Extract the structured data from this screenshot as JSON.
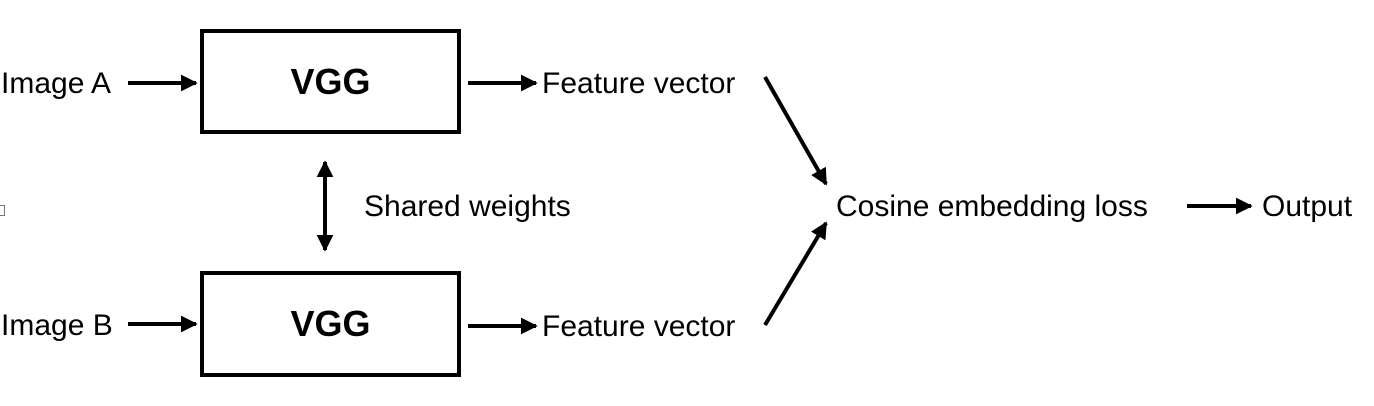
{
  "diagram": {
    "input_a_label": "Image A",
    "input_b_label": "Image B",
    "box_a_label": "VGG",
    "box_b_label": "VGG",
    "shared_label": "Shared weights",
    "feature_a_label": "Feature vector",
    "feature_b_label": "Feature vector",
    "loss_label": "Cosine embedding loss",
    "output_label": "Output",
    "colors": {
      "stroke": "#000000",
      "background": "#ffffff"
    }
  }
}
